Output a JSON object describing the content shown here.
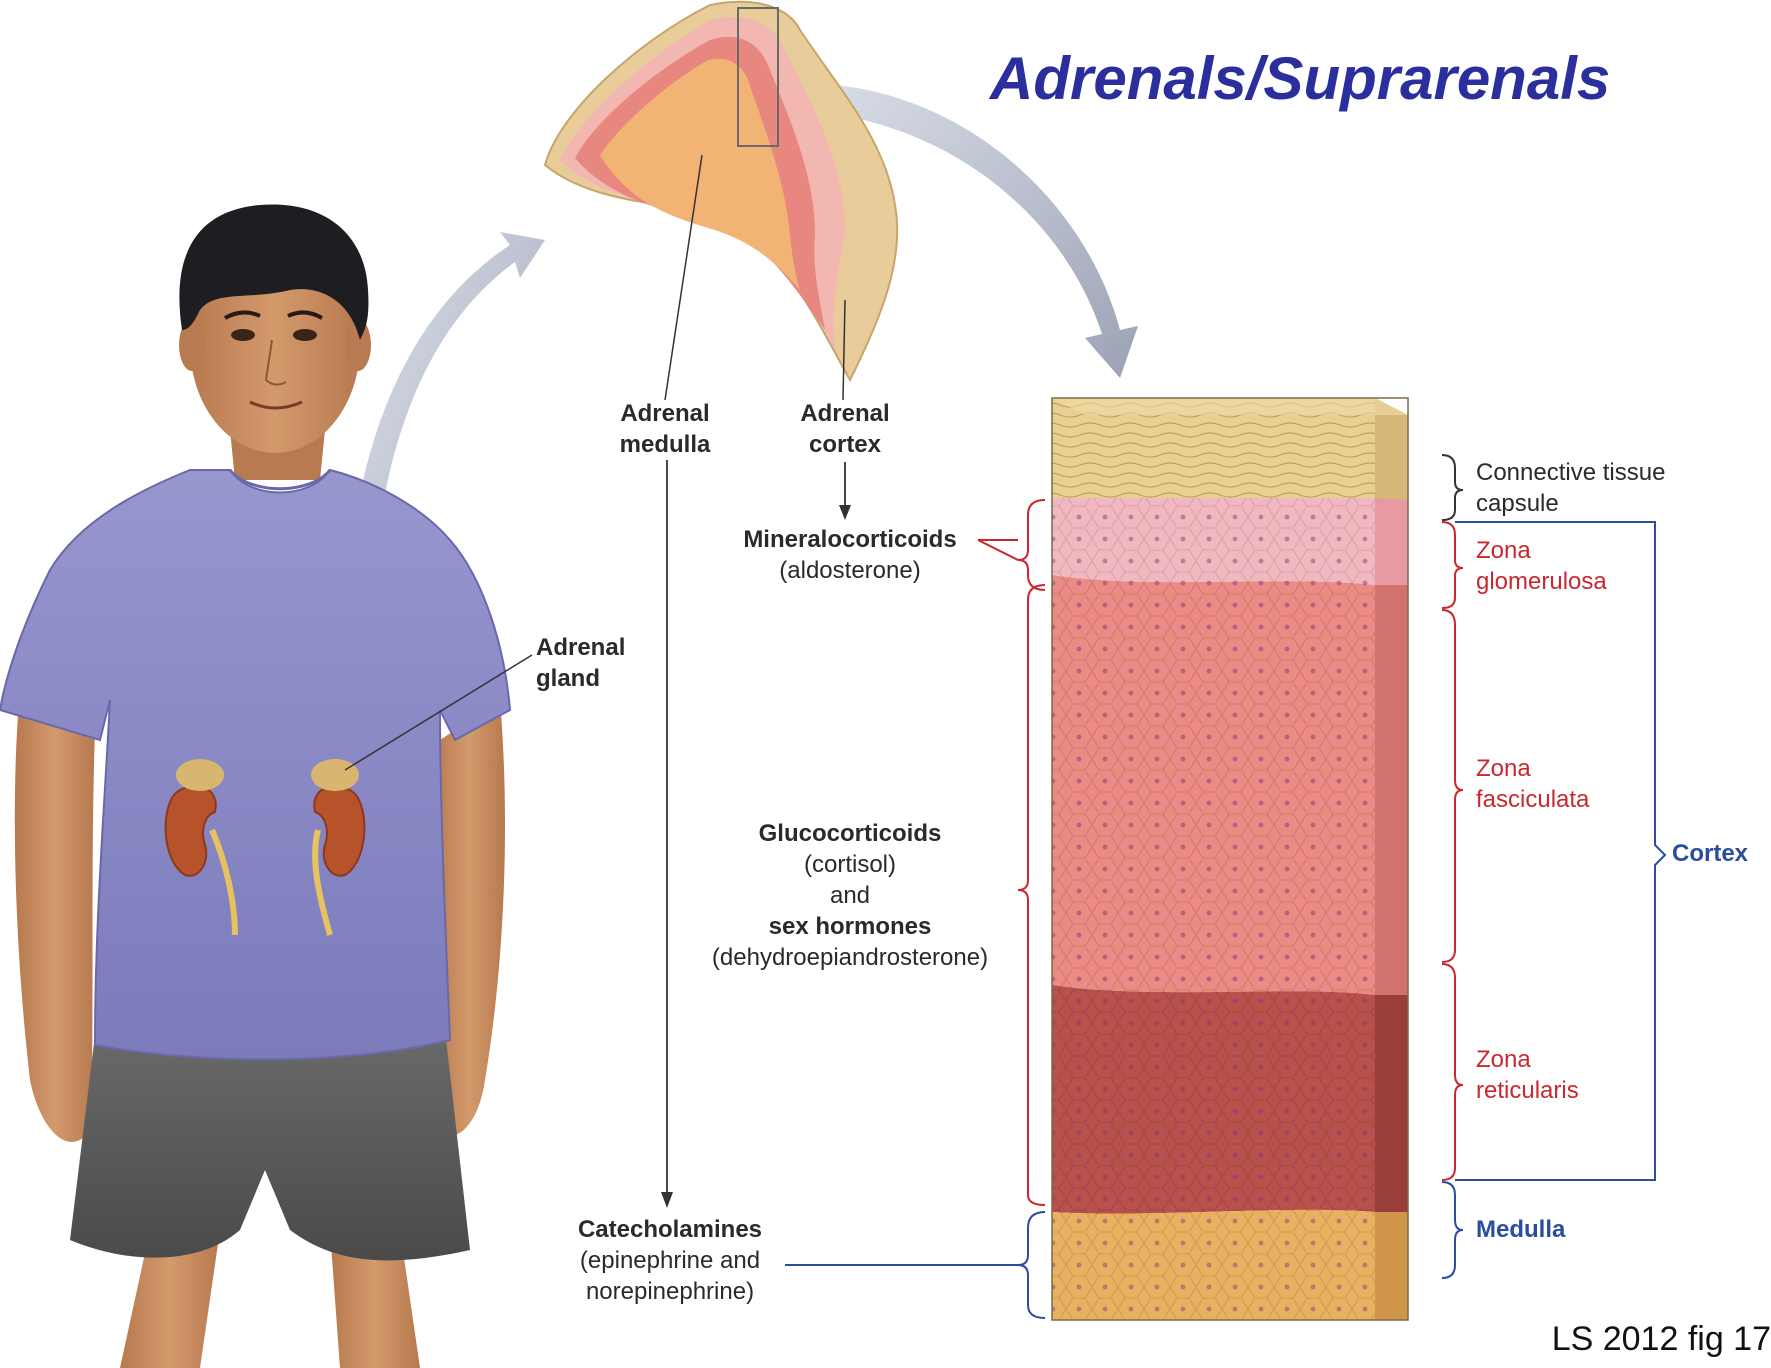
{
  "title": "Adrenals/Suprarenals",
  "credit": "LS 2012 fig 17",
  "labels": {
    "adrenal_medulla": [
      "Adrenal",
      "medulla"
    ],
    "adrenal_cortex": [
      "Adrenal",
      "cortex"
    ],
    "adrenal_gland": [
      "Adrenal",
      "gland"
    ],
    "mineralocorticoids": "Mineralocorticoids",
    "aldosterone": "(aldosterone)",
    "glucocorticoids": "Glucocorticoids",
    "cortisol": "(cortisol)",
    "and": "and",
    "sex_hormones": "sex hormones",
    "dhea": "(dehydroepiandrosterone)",
    "catecholamines": "Catecholamines",
    "epinephrine": "(epinephrine and",
    "norepinephrine": "norepinephrine)"
  },
  "zones": {
    "capsule": [
      "Connective tissue",
      "capsule"
    ],
    "glomerulosa": [
      "Zona",
      "glomerulosa"
    ],
    "fasciculata": [
      "Zona",
      "fasciculata"
    ],
    "reticularis": [
      "Zona",
      "reticularis"
    ],
    "cortex": "Cortex",
    "medulla": "Medulla"
  },
  "colors": {
    "title": "#2b2f9e",
    "zone_red": "#c8282e",
    "cortex_blue": "#2a4d9e",
    "shirt": "#8c8bc8",
    "shorts": "#5a5a5a",
    "capsule": "#e8cf92",
    "glomerulosa": "#f2b8c0",
    "fasciculata": "#ec8a84",
    "reticularis": "#b8504c",
    "medulla": "#e8b060"
  },
  "icons": [
    "boy-figure",
    "kidney-icon",
    "adrenal-section",
    "tissue-block",
    "arrow-curve"
  ]
}
